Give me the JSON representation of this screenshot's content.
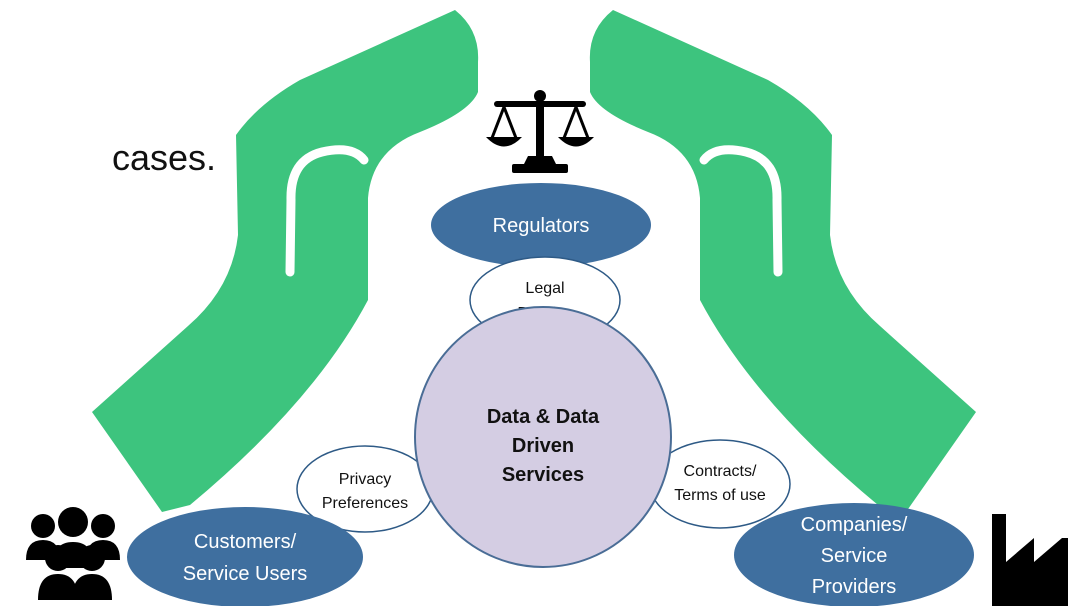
{
  "partial_text": "cases.",
  "center": {
    "lines": [
      "Data & Data",
      "Driven",
      "Services"
    ]
  },
  "regulators": {
    "label": "Regulators"
  },
  "legal_policies": {
    "lines": [
      "Legal",
      "Policies"
    ]
  },
  "customers": {
    "lines": [
      "Customers/",
      "Service Users"
    ]
  },
  "privacy_preferences": {
    "lines": [
      "Privacy",
      "Preferences"
    ]
  },
  "companies": {
    "lines": [
      "Companies/",
      "Service",
      "Providers"
    ]
  },
  "contracts": {
    "lines": [
      "Contracts/",
      "Terms of use"
    ]
  },
  "icons": {
    "regulators": "scales-of-justice-icon",
    "customers": "group-of-people-icon",
    "companies": "factory-icon",
    "protection": "protecting-hands-icon"
  },
  "colors": {
    "hands": "#3dc47e",
    "hands_line": "#ffffff",
    "stakeholder_fill": "#3f6f9f",
    "stakeholder_text": "#ffffff",
    "center_fill": "#d4cde3",
    "center_stroke": "#4a6d96",
    "connector_fill": "#ffffff",
    "connector_stroke": "#2e5a86",
    "icon": "#000000",
    "text_dark": "#111111"
  }
}
